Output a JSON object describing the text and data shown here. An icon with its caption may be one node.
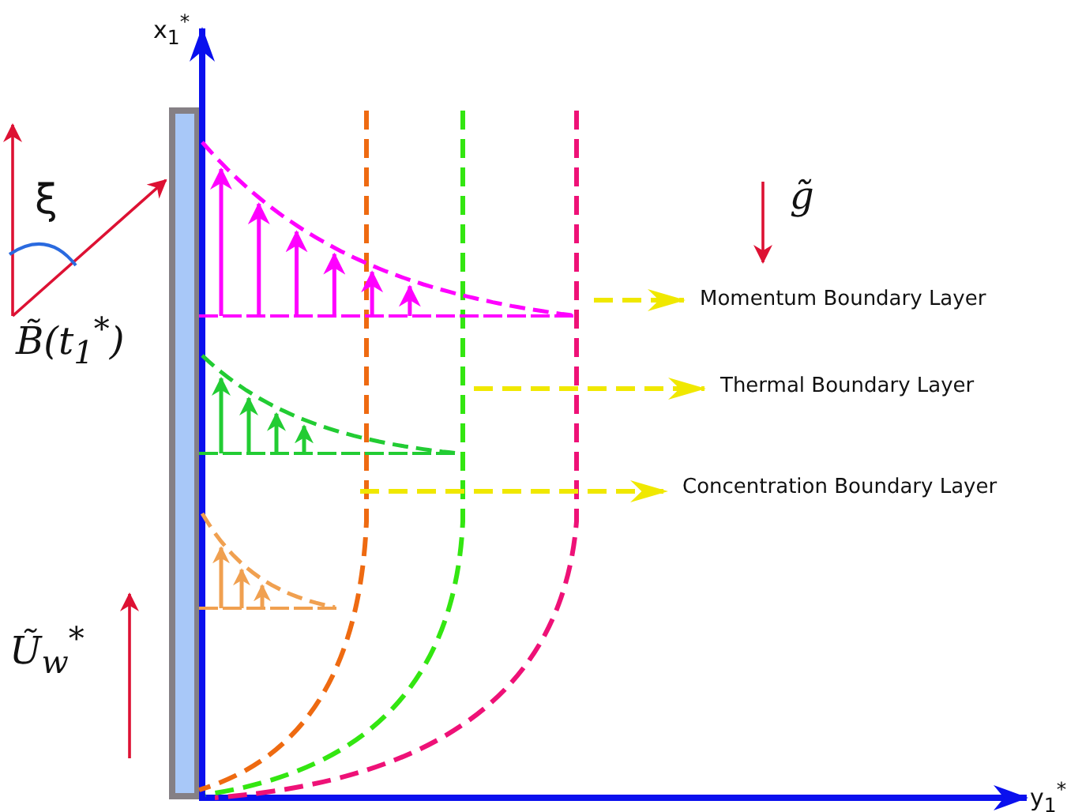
{
  "diagram": {
    "nodes": [
      {
        "text": [
          "Momentum Boundary Layer"
        ]
      },
      {
        "text": [
          "Thermal Boundary Layer"
        ]
      },
      {
        "text": [
          "Concentration Boundary Layer"
        ]
      }
    ],
    "edges": [
      {
        "from": null,
        "to": 0,
        "arrow": "to",
        "style": "dashed"
      },
      {
        "from": null,
        "to": 1,
        "arrow": "to",
        "style": "dashed"
      },
      {
        "from": null,
        "to": 2,
        "arrow": "to",
        "style": "dashed"
      }
    ],
    "labels": [
      "x$_{1}$$^{*}$",
      "ξ",
      "B̃(t$_{1}$$^{*}$)",
      "g̃",
      "Ũ$_{w}$$^{*}$",
      "y$_{1}$$^{*}$"
    ]
  }
}
